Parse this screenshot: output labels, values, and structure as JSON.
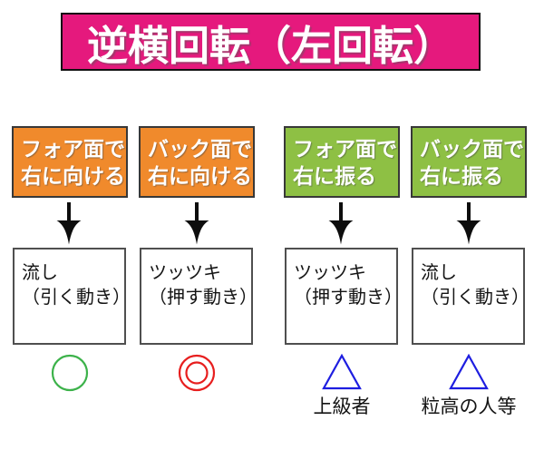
{
  "title": {
    "text": "逆横回転（左回転）",
    "bg_color": "#e5197d",
    "text_color": "#ffffff"
  },
  "arrow_glyph": "↓",
  "columns": [
    {
      "action": {
        "line1": "フォア面で",
        "line2": "右に向ける",
        "bg_color": "#f08a2c"
      },
      "result": {
        "line1": "流し",
        "line2": "（引く動き）"
      },
      "symbol": {
        "shape": "circle",
        "color": "#3cb24a"
      },
      "note": ""
    },
    {
      "action": {
        "line1": "バック面で",
        "line2": "右に向ける",
        "bg_color": "#f08a2c"
      },
      "result": {
        "line1": "ツッツキ",
        "line2": "（押す動き）"
      },
      "symbol": {
        "shape": "double-circle",
        "color": "#e71e1e"
      },
      "note": ""
    },
    {
      "action": {
        "line1": "フォア面で",
        "line2": "右に振る",
        "bg_color": "#8ec044"
      },
      "result": {
        "line1": "ツッツキ",
        "line2": "（押す動き）"
      },
      "symbol": {
        "shape": "triangle",
        "color": "#1e1ee0"
      },
      "note": "上級者"
    },
    {
      "action": {
        "line1": "バック面で",
        "line2": "右に振る",
        "bg_color": "#8ec044"
      },
      "result": {
        "line1": "流し",
        "line2": "（引く動き）"
      },
      "symbol": {
        "shape": "triangle",
        "color": "#1e1ee0"
      },
      "note": "粒高の人等"
    }
  ]
}
